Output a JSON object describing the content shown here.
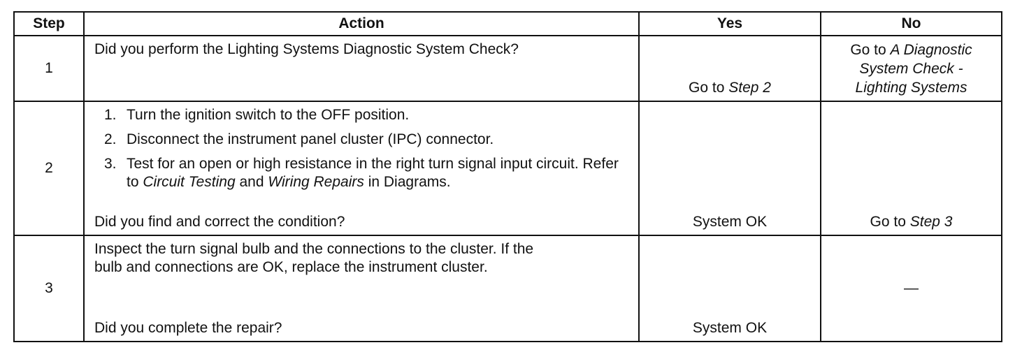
{
  "headers": {
    "step": "Step",
    "action": "Action",
    "yes": "Yes",
    "no": "No"
  },
  "rows": [
    {
      "step": "1",
      "action_text": "Did you perform the Lighting Systems Diagnostic System Check?",
      "yes_prefix": "Go to ",
      "yes_ref": "Step 2",
      "no_prefix": "Go to ",
      "no_ref_line1": "A Diagnostic",
      "no_ref_line2": "System Check -",
      "no_ref_line3": "Lighting Systems"
    },
    {
      "step": "2",
      "substeps": [
        {
          "num": "1.",
          "text": "Turn the ignition switch to the OFF position."
        },
        {
          "num": "2.",
          "text": "Disconnect the instrument panel cluster (IPC) connector."
        },
        {
          "num": "3.",
          "text_a": "Test for an open or high resistance in the right turn signal input circuit. Refer to ",
          "ref1": "Circuit Testing",
          "text_b": " and ",
          "ref2": "Wiring Repairs",
          "text_c": " in Diagrams."
        }
      ],
      "question": "Did you find and correct the condition?",
      "yes": "System OK",
      "no_prefix": "Go to ",
      "no_ref": "Step 3"
    },
    {
      "step": "3",
      "action_line1": "Inspect the turn signal bulb and the connections to the cluster. If the",
      "action_line2": "bulb and connections are OK, replace the instrument cluster.",
      "question": "Did you complete the repair?",
      "yes": "System OK",
      "no": "—"
    }
  ]
}
